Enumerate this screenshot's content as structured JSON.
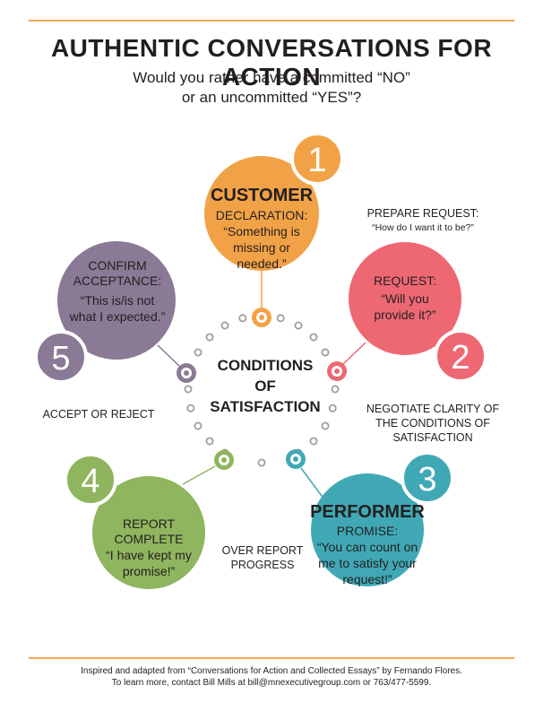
{
  "colors": {
    "rule": "#f2a65a",
    "customer": "#f2a246",
    "request": "#ee6874",
    "performer": "#40a8b5",
    "report": "#8fb55e",
    "accept": "#8a7a95",
    "dots": "#9e9e9e"
  },
  "header": {
    "title": "AUTHENTIC CONVERSATIONS FOR ACTION",
    "subtitle_line1": "Would you rather have a committed “NO”",
    "subtitle_line2": "or an uncommitted “YES”?"
  },
  "center": {
    "line1": "CONDITIONS",
    "line2": "OF",
    "line3": "SATISFACTION"
  },
  "steps": [
    {
      "number": "1",
      "heading": "CUSTOMER",
      "label": "DECLARATION:",
      "quote_lines": [
        "“Something is",
        "missing or",
        "needed.”"
      ]
    },
    {
      "number": "2",
      "heading": "",
      "label": "REQUEST:",
      "quote_lines": [
        "“Will you",
        "provide it?”"
      ]
    },
    {
      "number": "3",
      "heading": "PERFORMER",
      "label": "PROMISE:",
      "quote_lines": [
        "“You can count on",
        "me to satisfy your",
        "request!”"
      ]
    },
    {
      "number": "4",
      "heading": "",
      "label": "REPORT COMPLETE",
      "quote_lines": [
        "“I have kept my",
        "promise!”"
      ]
    },
    {
      "number": "5",
      "heading": "",
      "label_lines": [
        "CONFIRM",
        "ACCEPTANCE:"
      ],
      "quote_lines": [
        "“This is/is not",
        "what I expected.”"
      ]
    }
  ],
  "transitions": {
    "prepare_request": "PREPARE REQUEST:",
    "prepare_request_quote": "“How do I want it to be?”",
    "negotiate_lines": [
      "NEGOTIATE CLARITY OF",
      "THE CONDITIONS OF",
      "SATISFACTION"
    ],
    "over_report_lines": [
      "OVER REPORT",
      "PROGRESS"
    ],
    "accept_reject": "ACCEPT OR REJECT"
  },
  "footer": {
    "line1": "Inspired and adapted from “Conversations for Action and Collected Essays” by Fernando Flores.",
    "line2": "To learn more, contact Bill Mills at bill@mnexecutivegroup.com or 763/477-5599."
  }
}
